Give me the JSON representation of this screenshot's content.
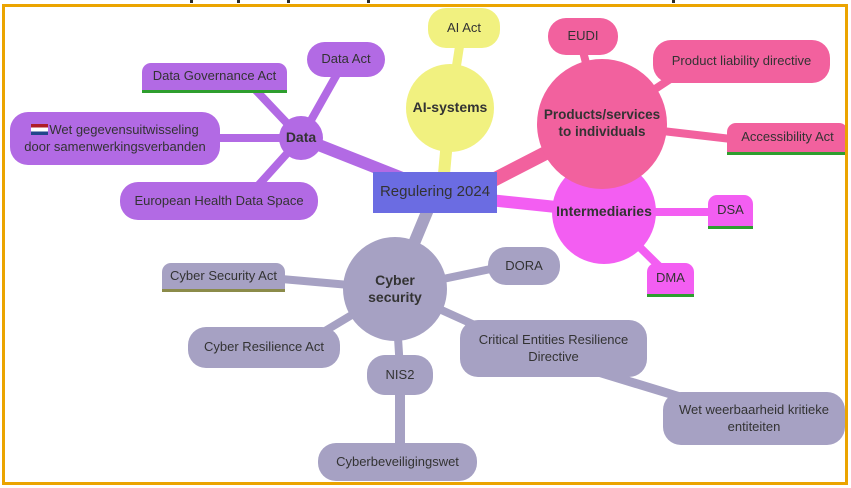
{
  "canvas": {
    "background": "#ffffff",
    "border_color": "#eba400",
    "text_color": "#333333",
    "note": "mind map diagram, cropped text fragments visible along top edge"
  },
  "center": {
    "label": "Regulering 2024",
    "fill": "#6b6ce2",
    "shape": "rectangle"
  },
  "branches": {
    "data": {
      "label": "Data",
      "color": "#b26ae4",
      "children": {
        "data_act": {
          "label": "Data Act",
          "shape": "pill"
        },
        "data_governance_act": {
          "label": "Data Governance Act",
          "shape": "underlined-box",
          "underline_color": "#2e9e2e"
        },
        "wet_gegevensuitwisseling": {
          "label": "Wet gegevensuitwisseling door samenwerkingsverbanden",
          "shape": "pill",
          "icon": "netherlands-flag-icon"
        },
        "european_health_data_space": {
          "label": "European Health Data Space",
          "shape": "pill"
        }
      }
    },
    "ai_systems": {
      "label": "AI-systems",
      "color": "#f1f180",
      "children": {
        "ai_act": {
          "label": "AI Act",
          "shape": "pill"
        }
      }
    },
    "products_services": {
      "label": "Products/services to individuals",
      "color": "#f2619e",
      "children": {
        "eudi": {
          "label": "EUDI",
          "shape": "pill"
        },
        "product_liability_directive": {
          "label": "Product liability directive",
          "shape": "pill"
        },
        "accessibility_act": {
          "label": "Accessibility Act",
          "shape": "underlined-box",
          "underline_color": "#2e9e2e"
        }
      }
    },
    "intermediaries": {
      "label": "Intermediaries",
      "color": "#f35ef2",
      "children": {
        "dsa": {
          "label": "DSA",
          "shape": "underlined-box",
          "underline_color": "#2e9e2e"
        },
        "dma": {
          "label": "DMA",
          "shape": "underlined-box",
          "underline_color": "#2e9e2e"
        }
      }
    },
    "cyber_security": {
      "label": "Cyber security",
      "color": "#a6a1c3",
      "children": {
        "cyber_security_act": {
          "label": "Cyber Security Act",
          "shape": "underlined-box",
          "underline_color": "#8b8b4a"
        },
        "dora": {
          "label": "DORA",
          "shape": "pill"
        },
        "cyber_resilience_act": {
          "label": "Cyber Resilience Act",
          "shape": "pill"
        },
        "nis2": {
          "label": "NIS2",
          "shape": "pill"
        },
        "critical_entities_resilience_directive": {
          "label": "Critical Entities Resilience Directive",
          "shape": "pill"
        },
        "cyberbeveiligingswet": {
          "label": "Cyberbeveiligingswet",
          "shape": "pill",
          "parent": "nis2"
        },
        "wet_weerbaarheid": {
          "label": "Wet weerbaarheid kritieke entiteiten",
          "shape": "pill",
          "parent": "critical_entities_resilience_directive"
        }
      }
    }
  }
}
